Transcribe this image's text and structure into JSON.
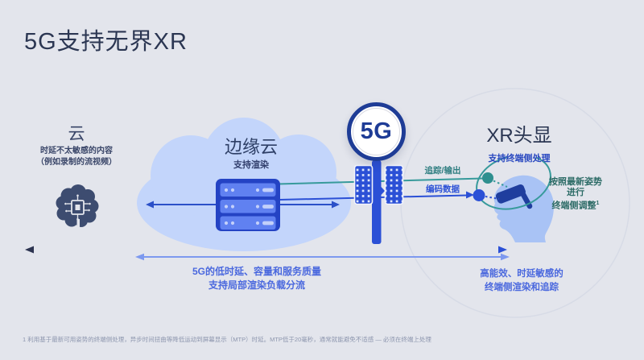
{
  "slide": {
    "title": "5G支持无界XR",
    "footnote": "1 利用基于最新可用姿势的终端侧处理，异步时间扭曲等降低运动到屏幕显示（MTP）时延。MTP低于20毫秒，通常就能避免不适感 — 必须在终端上处理"
  },
  "cloud": {
    "title": "云",
    "desc_line1": "时延不太敏感的内容",
    "desc_line2": "（例如录制的流视频）",
    "icon": "ai-brain-icon"
  },
  "edge_cloud": {
    "title": "边缘云",
    "subtitle": "支持渲染",
    "icon": "server-icon"
  },
  "network": {
    "badge_label": "5G",
    "icon": "cell-tower-icon"
  },
  "links": {
    "tracking_label": "追踪/输出",
    "encoded_label": "编码数据"
  },
  "xr": {
    "title": "XR头显",
    "subtitle": "支持终端侧处理",
    "pose_line1": "按照最新姿势",
    "pose_line2": "进行",
    "pose_line3": "终端侧调整",
    "pose_superscript": "1",
    "icon": "vr-headset-head-icon"
  },
  "benefits": {
    "edge_line1": "5G的低时延、容量和服务质量",
    "edge_line2": "支持局部渲染负载分流",
    "device_line1": "高能效、时延敏感的",
    "device_line2": "终端侧渲染和追踪"
  },
  "colors": {
    "background": "#e3e5ec",
    "navy": "#2b3652",
    "royal_blue": "#2b50d6",
    "blue_text": "#4a68de",
    "teal": "#379a9b",
    "teal_text": "#2c6b66",
    "cloud_fill": "#c3d5fb",
    "head_fill": "#a9c3f5",
    "light_arrow": "#7d99ef",
    "badge_ring": "#1e3c96"
  }
}
